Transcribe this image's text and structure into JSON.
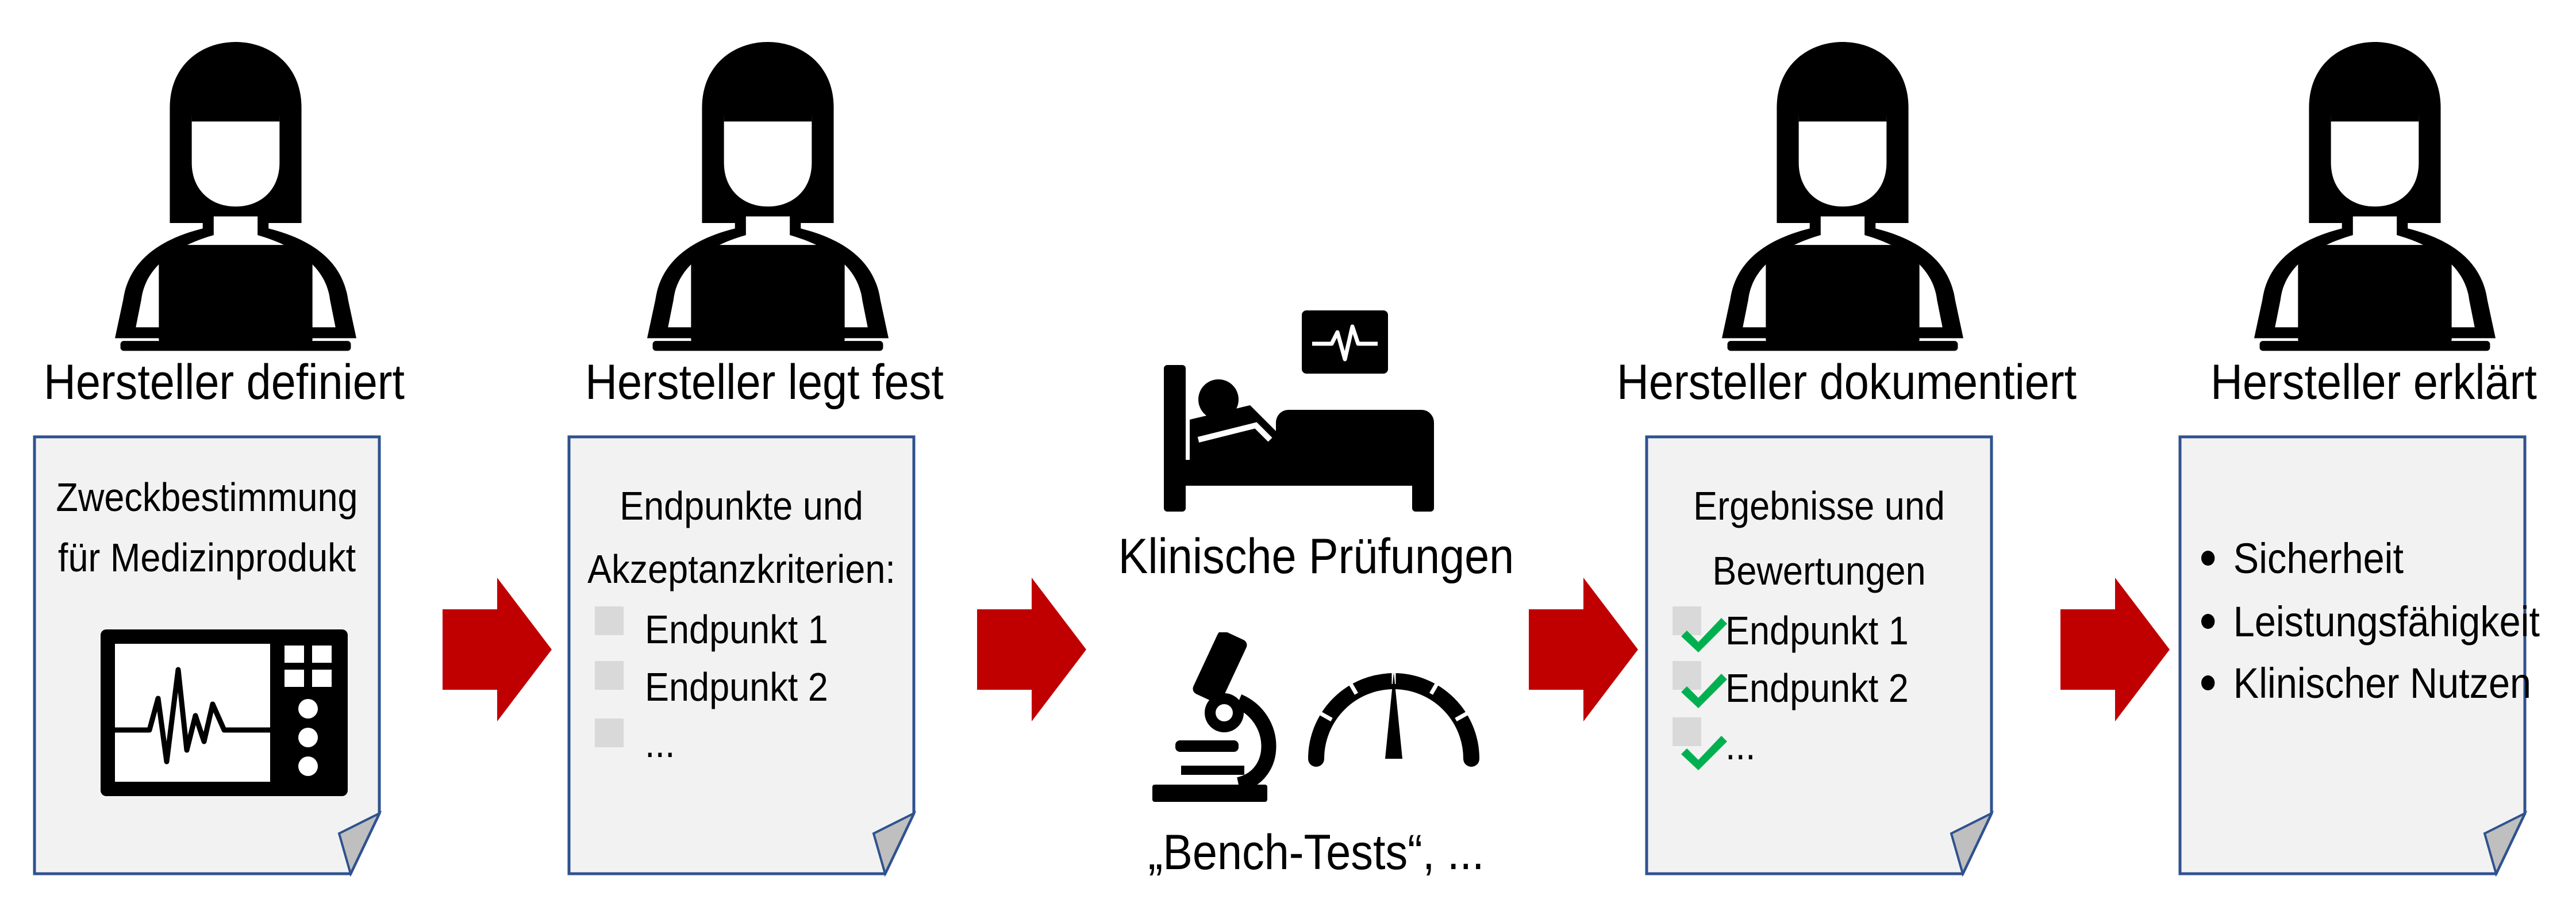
{
  "steps": [
    {
      "heading": "Hersteller definiert",
      "doc_lines": [
        "Zweckbestimmung",
        "für Medizinprodukt"
      ]
    },
    {
      "heading": "Hersteller legt fest",
      "doc_lines": [
        "Endpunkte und",
        "Akzeptanzkriterien:"
      ],
      "items": [
        "Endpunkt 1",
        "Endpunkt 2",
        "..."
      ]
    },
    {
      "title_clinical": "Klinische Prüfungen",
      "title_bench": "„Bench-Tests“, ..."
    },
    {
      "heading": "Hersteller dokumentiert",
      "doc_lines": [
        "Ergebnisse und",
        "Bewertungen"
      ],
      "items": [
        "Endpunkt 1",
        "Endpunkt 2",
        "..."
      ]
    },
    {
      "heading": "Hersteller erklärt",
      "bullets": [
        "Sicherheit",
        "Leistungsfähigkeit",
        "Klinischer Nutzen"
      ]
    }
  ],
  "icons": [
    "person-laptop-icon",
    "ecg-monitor-icon",
    "hospital-bed-icon",
    "vital-monitor-icon",
    "microscope-icon",
    "gauge-icon",
    "checkbox-icon",
    "checkmark-icon",
    "arrow-right-icon"
  ],
  "colors": {
    "doc_fill": "#f2f2f2",
    "doc_border": "#2f528f",
    "arrow": "#c00000",
    "checkbox": "#d9d9d9",
    "check": "#00b050"
  }
}
